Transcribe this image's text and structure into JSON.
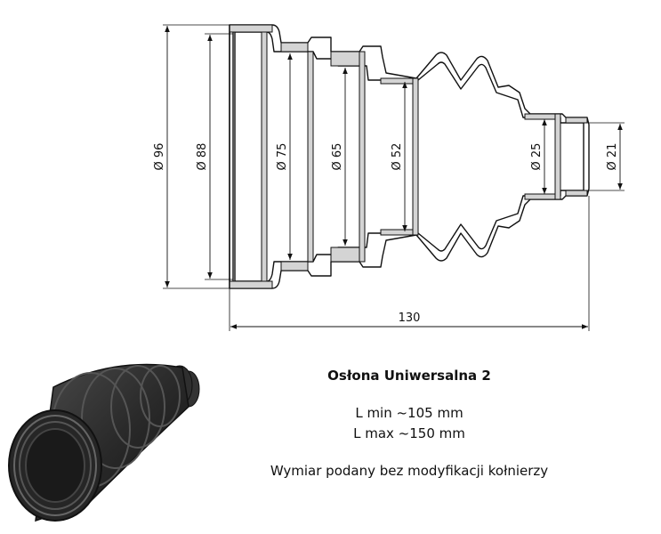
{
  "dimensions": {
    "d96": "Ø 96",
    "d88": "Ø 88",
    "d75": "Ø 75",
    "d65": "Ø 65",
    "d52": "Ø 52",
    "d25": "Ø 25",
    "d21": "Ø 21",
    "length": "130"
  },
  "product": {
    "title": "Osłona Uniwersalna 2",
    "l_min": "L min ~105 mm",
    "l_max": "L max ~150 mm",
    "note": "Wymiar podany bez modyfikacji kołnierzy"
  },
  "colors": {
    "wall_fill": "#d4d4d4",
    "line": "#111111",
    "rubber": "#2b2b2b"
  }
}
